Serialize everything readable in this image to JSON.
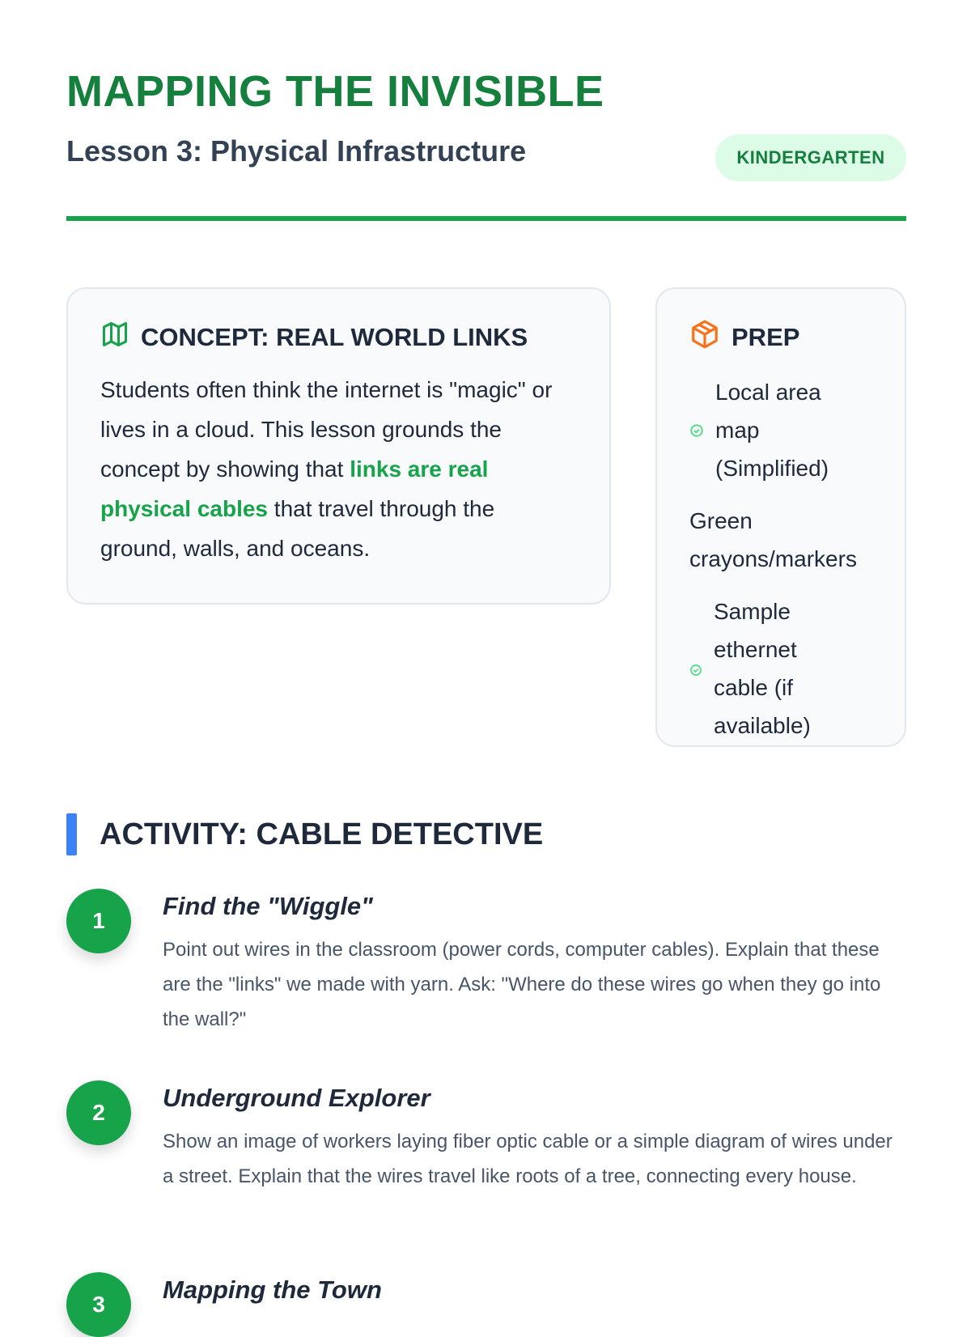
{
  "header": {
    "title": "MAPPING THE INVISIBLE",
    "subtitle": "Lesson 3: Physical Infrastructure",
    "badge": "KINDERGARTEN"
  },
  "concept": {
    "title": "CONCEPT: REAL WORLD LINKS",
    "text_before": "Students often think the internet is \"magic\" or lives in a cloud. This lesson grounds the concept by showing that ",
    "highlight": "links are real physical cables",
    "text_after": " that travel through the ground, walls, and oceans."
  },
  "prep": {
    "title": "PREP",
    "items": [
      {
        "label": "Local area map (Simplified)",
        "check": true
      },
      {
        "label": "Green crayons/markers",
        "check": false
      },
      {
        "label": "Sample ethernet cable (if available)",
        "check": true
      }
    ]
  },
  "activity": {
    "title": "ACTIVITY: CABLE DETECTIVE",
    "steps": [
      {
        "num": "1",
        "title": "Find the \"Wiggle\"",
        "desc": "Point out wires in the classroom (power cords, computer cables). Explain that these are the \"links\" we made with yarn. Ask: \"Where do these wires go when they go into the wall?\""
      },
      {
        "num": "2",
        "title": "Underground Explorer",
        "desc": "Show an image of workers laying fiber optic cable or a simple diagram of wires under a street. Explain that the wires travel like roots of a tree, connecting every house."
      },
      {
        "num": "3",
        "title": "Mapping the Town",
        "desc": ""
      }
    ]
  },
  "colors": {
    "accent": "#16a34a",
    "title": "#15803d",
    "activity_bar": "#3b82f6",
    "prep_icon": "#f97316"
  }
}
